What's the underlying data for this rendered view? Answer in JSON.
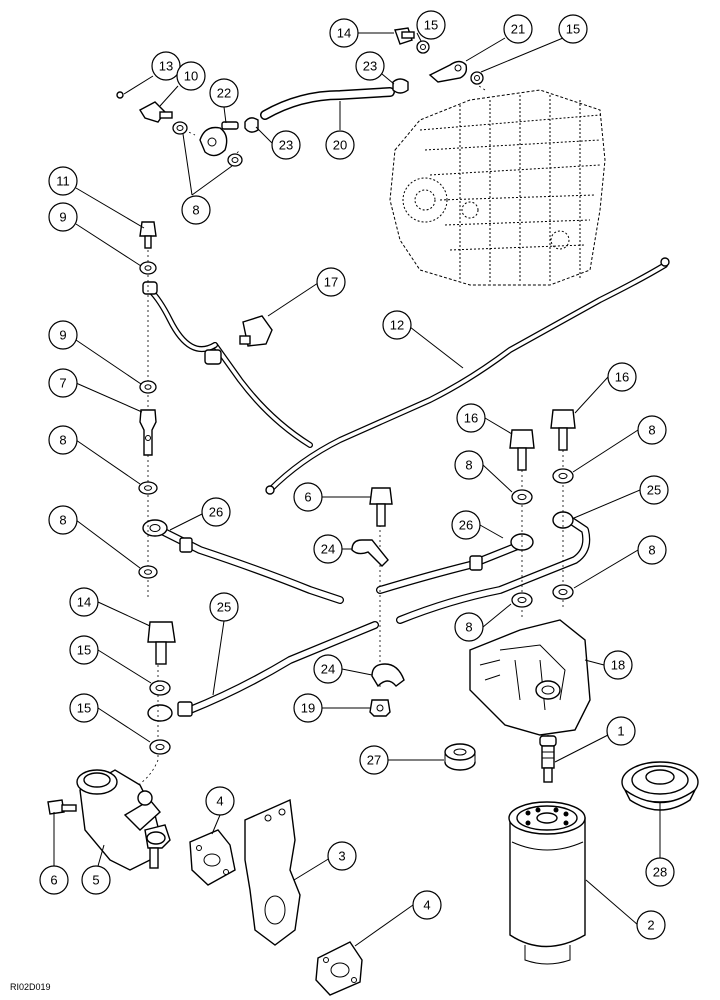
{
  "reference_code": "RI02D019",
  "colors": {
    "ink": "#000000",
    "paper": "#ffffff"
  },
  "callouts": [
    {
      "id": "c13",
      "number": "13"
    },
    {
      "id": "c10",
      "number": "10"
    },
    {
      "id": "c22",
      "number": "22"
    },
    {
      "id": "c23a",
      "number": "23"
    },
    {
      "id": "c20",
      "number": "20"
    },
    {
      "id": "c23b",
      "number": "23"
    },
    {
      "id": "c14a",
      "number": "14"
    },
    {
      "id": "c15a",
      "number": "15"
    },
    {
      "id": "c21",
      "number": "21"
    },
    {
      "id": "c15b",
      "number": "15"
    },
    {
      "id": "c8a",
      "number": "8"
    },
    {
      "id": "c11",
      "number": "11"
    },
    {
      "id": "c9a",
      "number": "9"
    },
    {
      "id": "c17",
      "number": "17"
    },
    {
      "id": "c12",
      "number": "12"
    },
    {
      "id": "c9b",
      "number": "9"
    },
    {
      "id": "c7",
      "number": "7"
    },
    {
      "id": "c8b",
      "number": "8"
    },
    {
      "id": "c16a",
      "number": "16"
    },
    {
      "id": "c16b",
      "number": "16"
    },
    {
      "id": "c8c",
      "number": "8"
    },
    {
      "id": "c8d",
      "number": "8"
    },
    {
      "id": "c6a",
      "number": "6"
    },
    {
      "id": "c25a",
      "number": "25"
    },
    {
      "id": "c8e",
      "number": "8"
    },
    {
      "id": "c26a",
      "number": "26"
    },
    {
      "id": "c26b",
      "number": "26"
    },
    {
      "id": "c24a",
      "number": "24"
    },
    {
      "id": "c8f",
      "number": "8"
    },
    {
      "id": "c14b",
      "number": "14"
    },
    {
      "id": "c25b",
      "number": "25"
    },
    {
      "id": "c8g",
      "number": "8"
    },
    {
      "id": "c15c",
      "number": "15"
    },
    {
      "id": "c24b",
      "number": "24"
    },
    {
      "id": "c18",
      "number": "18"
    },
    {
      "id": "c15d",
      "number": "15"
    },
    {
      "id": "c19",
      "number": "19"
    },
    {
      "id": "c1",
      "number": "1"
    },
    {
      "id": "c27",
      "number": "27"
    },
    {
      "id": "c4a",
      "number": "4"
    },
    {
      "id": "c6b",
      "number": "6"
    },
    {
      "id": "c5",
      "number": "5"
    },
    {
      "id": "c3",
      "number": "3"
    },
    {
      "id": "c28",
      "number": "28"
    },
    {
      "id": "c2",
      "number": "2"
    },
    {
      "id": "c4b",
      "number": "4"
    }
  ]
}
